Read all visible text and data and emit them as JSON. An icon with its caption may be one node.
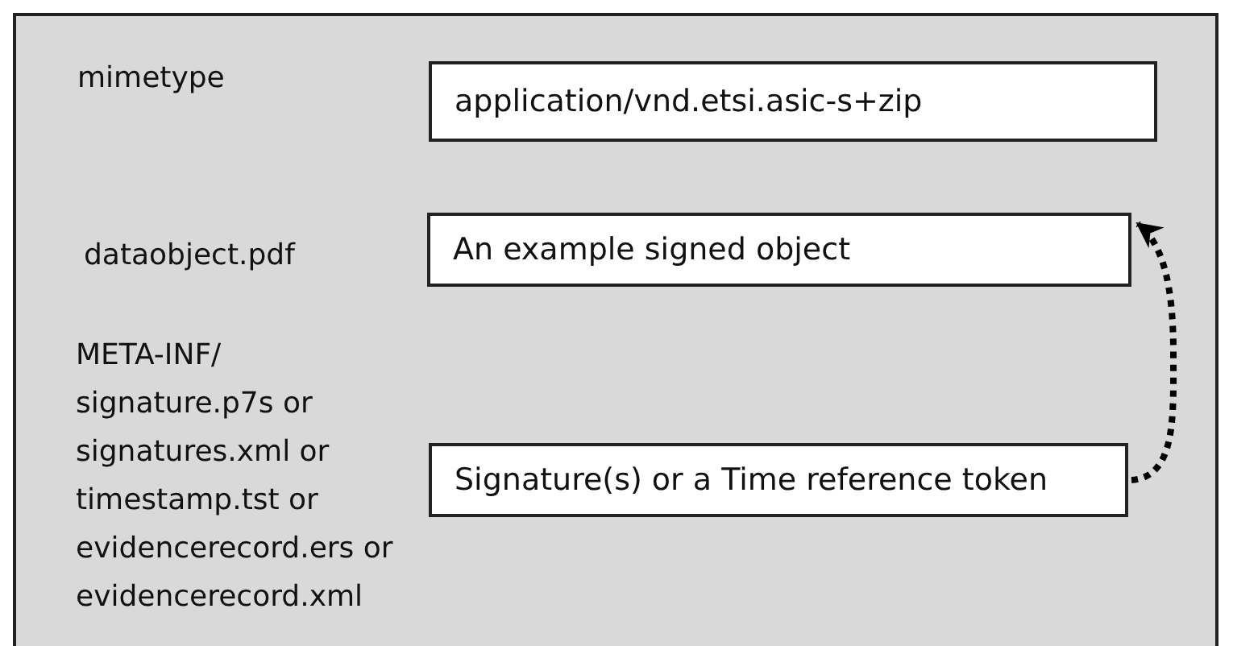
{
  "diagram": {
    "nodes": [
      {
        "text": [],
        "shape": "box"
      },
      {
        "text": [
          "application/vnd.etsi.asic-s+zip"
        ],
        "in": 0
      },
      {
        "text": [
          "An example signed object"
        ],
        "in": 0
      },
      {
        "text": [
          "Signature(s) or a Time reference token"
        ],
        "in": 0
      }
    ],
    "edges": [
      {
        "from": 3,
        "to": 2,
        "arrow": "to",
        "style": "dashed"
      }
    ],
    "labels": [
      "mimetype",
      "dataobject.pdf",
      "META-INF/",
      "signature.p7s or",
      "signatures.xml or",
      "timestamp.tst or",
      "evidencerecord.ers or",
      "evidencerecord.xml"
    ]
  }
}
